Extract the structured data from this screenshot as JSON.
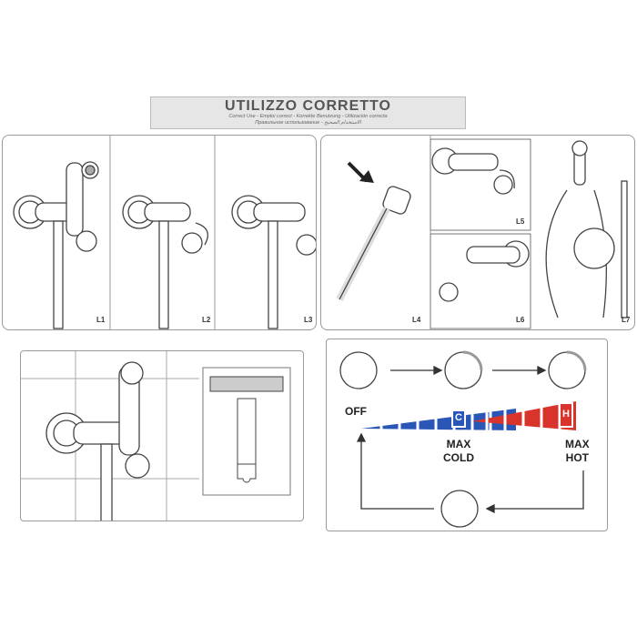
{
  "title": {
    "main": "UTILIZZO CORRETTO",
    "sub1": "Correct Use - Emploi correct - Korrekte Benutzung - Utilización correcta",
    "sub2": "Правильное использование - الاستخدام الصحيح"
  },
  "steps": [
    "L1",
    "L2",
    "L3",
    "L4",
    "L5",
    "L6",
    "L7"
  ],
  "thermostat": {
    "off": "OFF",
    "max_cold": "MAX\nCOLD",
    "max_hot": "MAX\nHOT",
    "cold_mark": "C",
    "hot_mark": "H"
  },
  "colors": {
    "cold": "#2a56b8",
    "hot": "#d9342b",
    "line": "#333333"
  }
}
